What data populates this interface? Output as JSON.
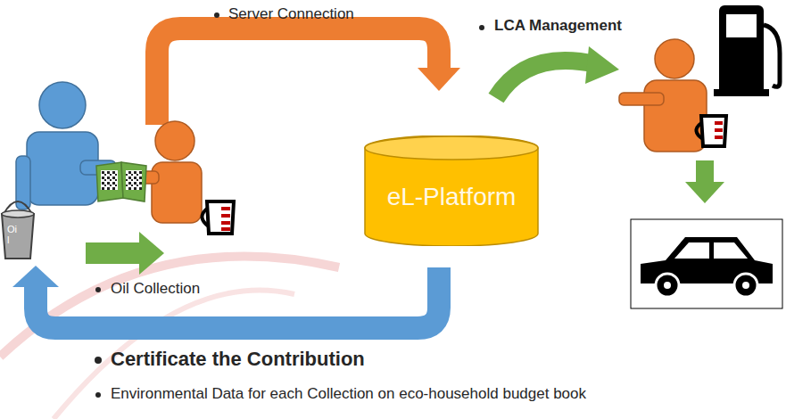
{
  "diagram": {
    "nodes": [
      {
        "text": [
          "eL-Platform"
        ]
      }
    ],
    "labels": [
      "Server Connection",
      "LCA Management",
      "Oil Collection",
      "Oi l",
      "Certificate the Contribution",
      "Environmental Data for each Collection on eco-household budget book"
    ]
  }
}
